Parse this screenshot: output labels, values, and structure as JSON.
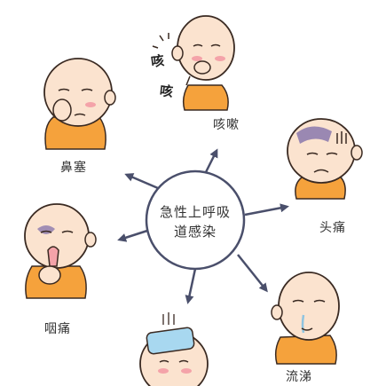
{
  "center": {
    "line1": "急性上呼吸",
    "line2": "道感染"
  },
  "symptoms": [
    {
      "label": "咳嗽"
    },
    {
      "label": "头痛"
    },
    {
      "label": "流涕"
    },
    {
      "label": "咽痛"
    },
    {
      "label": "鼻塞"
    }
  ],
  "sound_effect": {
    "line1": "咳",
    "line2": "咳"
  },
  "colors": {
    "skin": "#fbe3cf",
    "outline": "#3a2a22",
    "robe": "#f5a23c",
    "blush": "#f4a3a9",
    "arrow": "#4a4f6b",
    "ice_pack": "#a8d8f0",
    "bruise": "#7a6aa8"
  }
}
